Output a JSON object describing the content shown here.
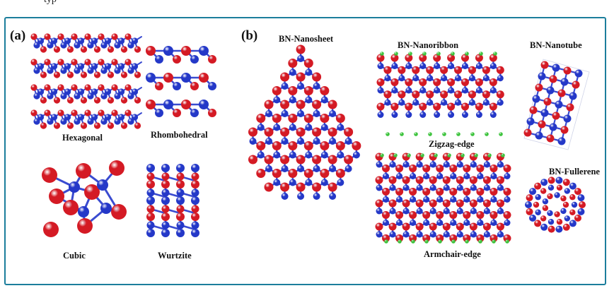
{
  "top_text": "typ",
  "panel_a": {
    "label": "(a)",
    "structures": [
      {
        "name": "Hexagonal"
      },
      {
        "name": "Rhombohedral"
      },
      {
        "name": "Cubic"
      },
      {
        "name": "Wurtzite"
      }
    ]
  },
  "panel_b": {
    "label": "(b)",
    "structures": [
      {
        "name": "BN-Nanosheet"
      },
      {
        "name": "BN-Nanoribbon"
      },
      {
        "name": "Zigzag-edge"
      },
      {
        "name": "Armchair-edge"
      },
      {
        "name": "BN-Nanotube"
      },
      {
        "name": "BN-Fullerene"
      }
    ]
  },
  "colors": {
    "frame": "#1c7e9c",
    "boron": "#2438c8",
    "nitrogen": "#d41a24",
    "hydrogen": "#3ec43e",
    "bond": "#3a4bd0"
  }
}
